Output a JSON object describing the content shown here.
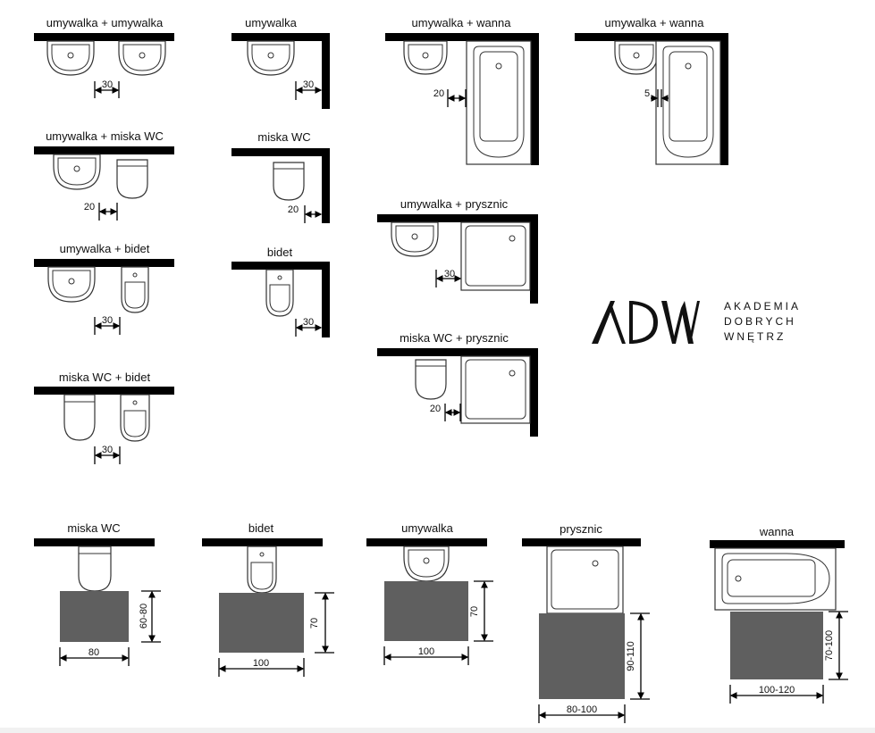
{
  "top_section": {
    "umywalka_umywalka": {
      "title": "umywalka + umywalka",
      "gap": "30"
    },
    "umywalka": {
      "title": "umywalka",
      "gap": "30"
    },
    "umywalka_wanna_1": {
      "title": "umywalka + wanna",
      "gap": "20"
    },
    "umywalka_wanna_2": {
      "title": "umywalka + wanna",
      "gap": "5"
    },
    "umywalka_miska": {
      "title": "umywalka + miska WC",
      "gap": "20"
    },
    "miska": {
      "title": "miska WC",
      "gap": "20"
    },
    "umywalka_prysznic": {
      "title": "umywalka + prysznic",
      "gap": "30"
    },
    "umywalka_bidet": {
      "title": "umywalka + bidet",
      "gap": "30"
    },
    "bidet": {
      "title": "bidet",
      "gap": "30"
    },
    "miska_prysznic": {
      "title": "miska WC + prysznic",
      "gap": "20"
    },
    "miska_bidet": {
      "title": "miska WC + bidet",
      "gap": "30"
    }
  },
  "logo": {
    "mark": "ADW",
    "line1": "AKADEMIA",
    "line2": "DOBRYCH",
    "line3": "WNĘTRZ"
  },
  "bottom_section": {
    "miska": {
      "title": "miska WC",
      "width": "80",
      "depth": "60-80"
    },
    "bidet": {
      "title": "bidet",
      "width": "100",
      "depth": "70"
    },
    "umywalka": {
      "title": "umywalka",
      "width": "100",
      "depth": "70"
    },
    "prysznic": {
      "title": "prysznic",
      "width": "80-100",
      "depth": "90-110"
    },
    "wanna": {
      "title": "wanna",
      "width": "100-120",
      "depth": "70-100"
    }
  },
  "colors": {
    "wall": "#000000",
    "zone": "#5f5f5f",
    "fixture_stroke": "#333333"
  }
}
